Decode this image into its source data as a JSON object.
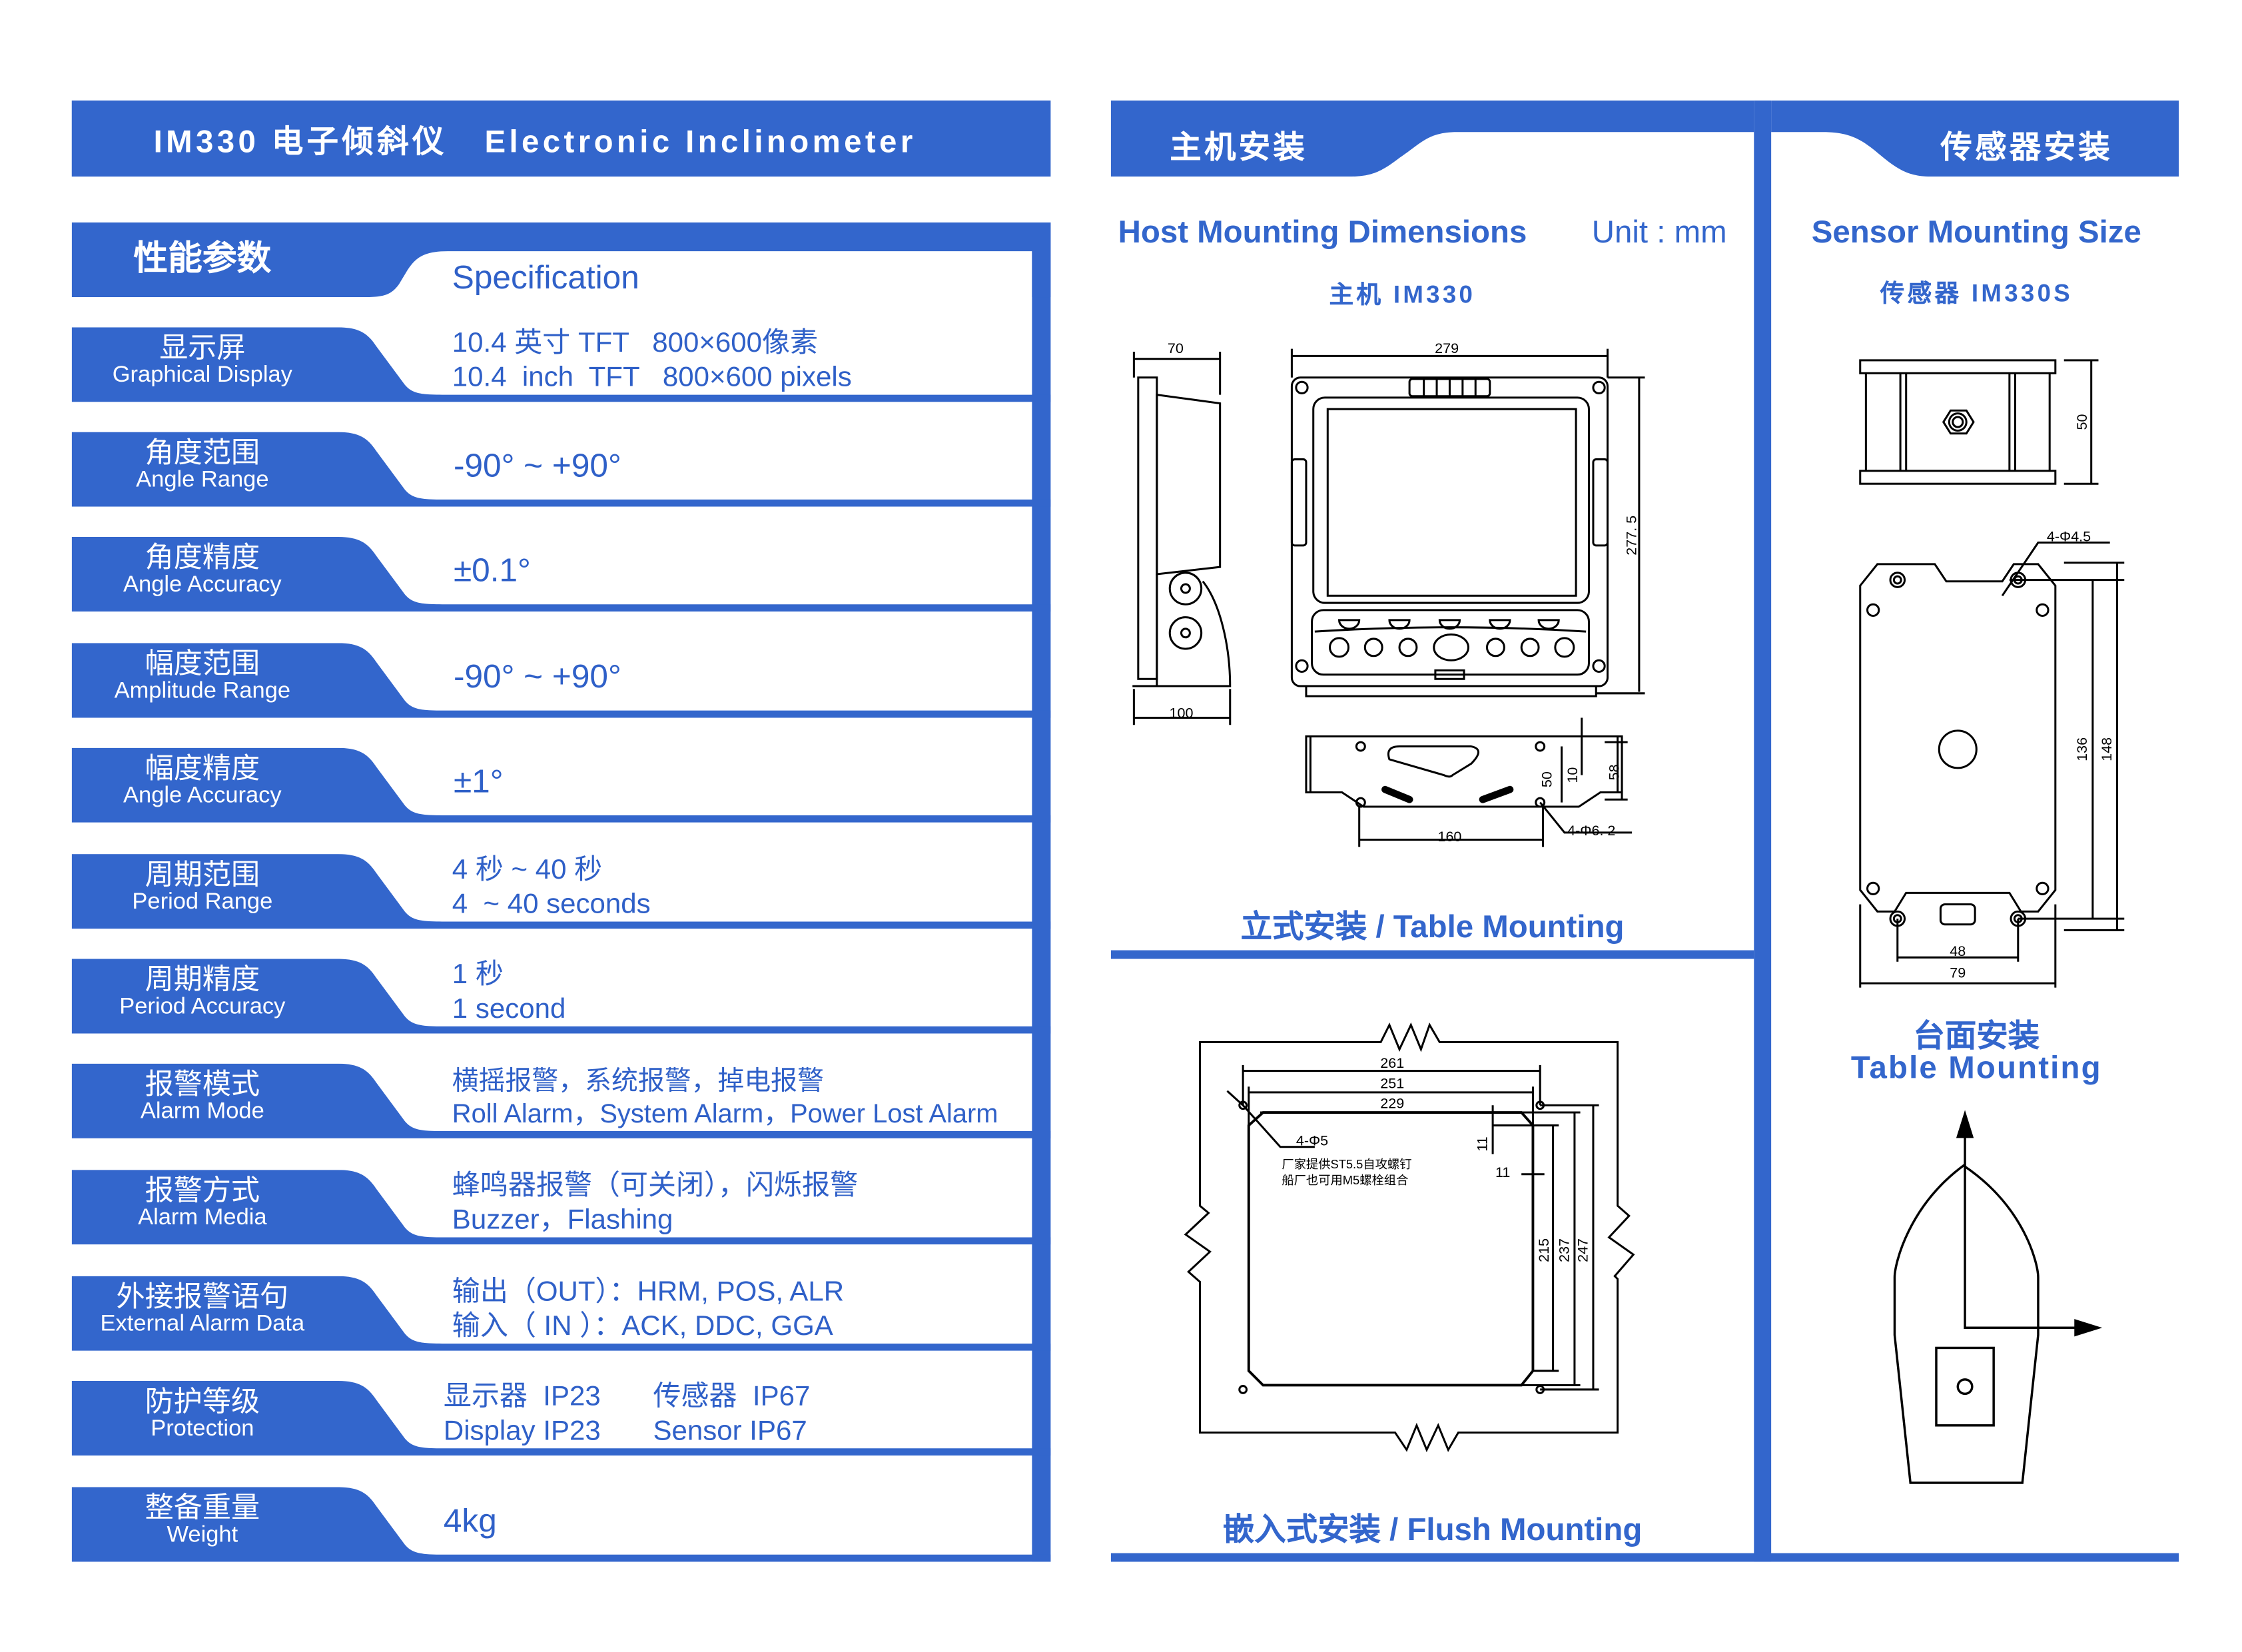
{
  "title": "IM330 电子倾斜仪   Electronic Inclinometer",
  "colors": {
    "brand": "#3366cc",
    "text_blue": "#2f60c8"
  },
  "spec": {
    "header": {
      "zh": "性能参数",
      "en": "Specification"
    },
    "rows": [
      {
        "zh": "显示屏",
        "en": "Graphical  Display",
        "lines": [
          "10.4 英寸 TFT   800×600像素",
          "10.4  inch  TFT   800×600 pixels"
        ]
      },
      {
        "zh": "角度范围",
        "en": "Angle Range",
        "lines": [
          "-90° ~ +90°"
        ]
      },
      {
        "zh": "角度精度",
        "en": "Angle Accuracy",
        "lines": [
          "±0.1°"
        ]
      },
      {
        "zh": "幅度范围",
        "en": "Amplitude Range",
        "lines": [
          "-90° ~ +90°"
        ]
      },
      {
        "zh": "幅度精度",
        "en": "Angle Accuracy",
        "lines": [
          "±1°"
        ]
      },
      {
        "zh": "周期范围",
        "en": "Period Range",
        "lines": [
          "4 秒 ~ 40 秒",
          "4  ~ 40 seconds"
        ]
      },
      {
        "zh": "周期精度",
        "en": "Period Accuracy",
        "lines": [
          "1 秒",
          "1 second"
        ]
      },
      {
        "zh": "报警模式",
        "en": "Alarm Mode",
        "lines": [
          "横摇报警，系统报警，掉电报警",
          "Roll Alarm，System Alarm，Power Lost Alarm"
        ]
      },
      {
        "zh": "报警方式",
        "en": "Alarm Media",
        "lines": [
          "蜂鸣器报警（可关闭），闪烁报警",
          "Buzzer，Flashing"
        ]
      },
      {
        "zh": "外接报警语句",
        "en": "External Alarm Data",
        "lines": [
          "输出（OUT）：HRM, POS, ALR",
          "输入（ IN ）：ACK, DDC, GGA"
        ]
      },
      {
        "zh": "防护等级",
        "en": "Protection",
        "lines": [
          "显示器  IP23",
          "Display IP23"
        ],
        "lines_col2": [
          "传感器  IP67",
          "Sensor IP67"
        ]
      },
      {
        "zh": "整备重量",
        "en": "Weight",
        "lines": [
          "4kg"
        ]
      }
    ]
  },
  "host": {
    "tab": "主机安装",
    "title": "Host Mounting Dimensions",
    "unit": "Unit : mm",
    "model": "主机 IM330",
    "dims": {
      "depth": "70",
      "base": "100",
      "width": "279",
      "height": "277. 5",
      "bracket_span": "160",
      "bracket_holes": "4-Φ6. 2",
      "d50": "50",
      "d10": "10",
      "d58": "58"
    },
    "table_caption": "立式安装 / Table Mounting",
    "flush": {
      "dims": {
        "w261": "261",
        "w251": "251",
        "w229": "229",
        "holes": "4-Φ5",
        "v11": "11",
        "h11": "11",
        "h215": "215",
        "h237": "237",
        "h247": "247"
      },
      "note1": "厂家提供ST5.5自攻螺钉",
      "note2": "船厂也可用M5螺栓组合",
      "caption": "嵌入式安装 / Flush Mounting"
    }
  },
  "sensor": {
    "tab": "传感器安装",
    "title": "Sensor Mounting Size",
    "model": "传感器 IM330S",
    "dims": {
      "h50": "50",
      "holes": "4-Φ4.5",
      "h136": "136",
      "h148": "148",
      "w48": "48",
      "w79": "79"
    },
    "caption_zh": "台面安装",
    "caption_en": "Table Mounting"
  }
}
